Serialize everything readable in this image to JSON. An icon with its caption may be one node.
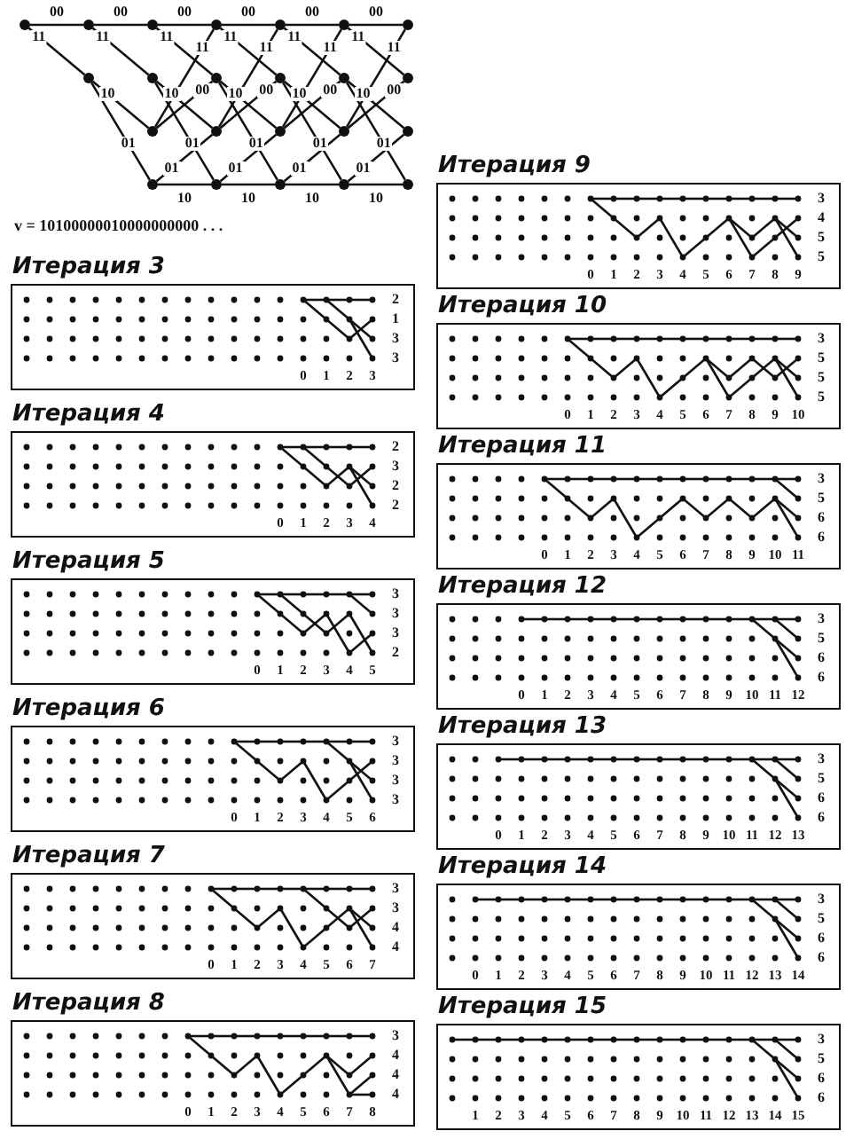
{
  "diagram": {
    "nodes": [
      {
        "text": [],
        "shape": "circle"
      },
      {
        "text": [],
        "shape": "circle"
      },
      {
        "text": [],
        "shape": "circle"
      },
      {
        "text": [],
        "shape": "circle"
      },
      {
        "text": [],
        "shape": "circle"
      },
      {
        "text": [],
        "shape": "circle"
      },
      {
        "text": [],
        "shape": "circle"
      },
      {
        "text": [],
        "shape": "circle"
      },
      {
        "text": [],
        "shape": "circle"
      },
      {
        "text": [],
        "shape": "circle"
      },
      {
        "text": [],
        "shape": "circle"
      },
      {
        "text": [],
        "shape": "circle"
      },
      {
        "text": [],
        "shape": "circle"
      },
      {
        "text": [],
        "shape": "circle"
      },
      {
        "text": [],
        "shape": "circle"
      },
      {
        "text": [],
        "shape": "circle"
      },
      {
        "text": [],
        "shape": "circle"
      },
      {
        "text": [],
        "shape": "circle"
      },
      {
        "text": [],
        "shape": "circle"
      },
      {
        "text": [],
        "shape": "circle"
      },
      {
        "text": [],
        "shape": "circle"
      },
      {
        "text": [],
        "shape": "circle"
      },
      {
        "text": [],
        "shape": "circle"
      },
      {
        "text": [
          "Итерация 3",
          "2",
          "1",
          "3",
          "3",
          "0",
          "1",
          "2",
          "3"
        ]
      },
      {
        "text": [
          "Итерация 4",
          "2",
          "3",
          "2",
          "2",
          "0",
          "1",
          "2",
          "3",
          "4"
        ]
      },
      {
        "text": [
          "Итерация 5",
          "3",
          "3",
          "3",
          "2",
          "0",
          "1",
          "2",
          "3",
          "4",
          "5"
        ]
      },
      {
        "text": [
          "Итерация 6",
          "3",
          "3",
          "3",
          "3",
          "0",
          "1",
          "2",
          "3",
          "4",
          "5",
          "6"
        ]
      },
      {
        "text": [
          "Итерация 7",
          "3",
          "3",
          "4",
          "4",
          "0",
          "1",
          "2",
          "3",
          "4",
          "5",
          "6",
          "7"
        ]
      },
      {
        "text": [
          "Итерация 8",
          "3",
          "4",
          "4",
          "4",
          "0",
          "1",
          "2",
          "3",
          "4",
          "5",
          "6",
          "7",
          "8"
        ]
      },
      {
        "text": [
          "Итерация 9",
          "3",
          "4",
          "5",
          "5",
          "0",
          "1",
          "2",
          "3",
          "4",
          "5",
          "6",
          "7",
          "8",
          "9"
        ]
      },
      {
        "text": [
          "Итерация 10",
          "3",
          "5",
          "5",
          "5",
          "0",
          "1",
          "2",
          "3",
          "4",
          "5",
          "6",
          "7",
          "8",
          "9",
          "10"
        ]
      },
      {
        "text": [
          "Итерация 11",
          "3",
          "5",
          "6",
          "6",
          "0",
          "1",
          "2",
          "3",
          "4",
          "5",
          "6",
          "7",
          "8",
          "9",
          "10",
          "11"
        ]
      },
      {
        "text": [
          "Итерация 12",
          "3",
          "5",
          "6",
          "6",
          "0",
          "1",
          "2",
          "3",
          "4",
          "5",
          "6",
          "7",
          "8",
          "9",
          "10",
          "11",
          "12"
        ]
      },
      {
        "text": [
          "Итерация 13",
          "3",
          "5",
          "6",
          "6",
          "0",
          "1",
          "2",
          "3",
          "4",
          "5",
          "6",
          "7",
          "8",
          "9",
          "10",
          "11",
          "12",
          "13"
        ]
      },
      {
        "text": [
          "Итерация 14",
          "3",
          "5",
          "6",
          "6",
          "0",
          "1",
          "2",
          "3",
          "4",
          "5",
          "6",
          "7",
          "8",
          "9",
          "10",
          "11",
          "12",
          "13",
          "14"
        ]
      },
      {
        "text": [
          "Итерация 15",
          "3",
          "5",
          "6",
          "6",
          "1",
          "2",
          "3",
          "4",
          "5",
          "6",
          "7",
          "8",
          "9",
          "10",
          "11",
          "12",
          "13",
          "14",
          "15"
        ]
      }
    ],
    "edges": [
      {
        "from": 0,
        "to": 1,
        "arrow": "none",
        "label": "00"
      },
      {
        "from": 0,
        "to": 2,
        "arrow": "none",
        "label": "11"
      },
      {
        "from": 1,
        "to": 3,
        "arrow": "none",
        "label": "00"
      },
      {
        "from": 1,
        "to": 4,
        "arrow": "none",
        "label": "11"
      },
      {
        "from": 2,
        "to": 5,
        "arrow": "none",
        "label": "10"
      },
      {
        "from": 2,
        "to": 6,
        "arrow": "none",
        "label": "01"
      },
      {
        "from": 3,
        "to": 7,
        "arrow": "none",
        "label": "00"
      },
      {
        "from": 3,
        "to": 8,
        "arrow": "none",
        "label": "11"
      },
      {
        "from": 4,
        "to": 9,
        "arrow": "none",
        "label": "10"
      },
      {
        "from": 4,
        "to": 10,
        "arrow": "none",
        "label": "01"
      },
      {
        "from": 5,
        "to": 7,
        "arrow": "none",
        "label": "11"
      },
      {
        "from": 5,
        "to": 8,
        "arrow": "none",
        "label": "00"
      },
      {
        "from": 6,
        "to": 9,
        "arrow": "none",
        "label": "01"
      },
      {
        "from": 6,
        "to": 10,
        "arrow": "none",
        "label": "10"
      },
      {
        "from": 7,
        "to": 11,
        "arrow": "none",
        "label": "00"
      },
      {
        "from": 7,
        "to": 12,
        "arrow": "none",
        "label": "11"
      },
      {
        "from": 8,
        "to": 13,
        "arrow": "none",
        "label": "10"
      },
      {
        "from": 8,
        "to": 14,
        "arrow": "none",
        "label": "01"
      },
      {
        "from": 9,
        "to": 11,
        "arrow": "none",
        "label": "11"
      },
      {
        "from": 9,
        "to": 12,
        "arrow": "none",
        "label": "00"
      },
      {
        "from": 10,
        "to": 13,
        "arrow": "none",
        "label": "01"
      },
      {
        "from": 10,
        "to": 14,
        "arrow": "none",
        "label": "10"
      },
      {
        "from": 11,
        "to": 15,
        "arrow": "none",
        "label": "00"
      },
      {
        "from": 11,
        "to": 16,
        "arrow": "none",
        "label": "11"
      },
      {
        "from": 12,
        "to": 17,
        "arrow": "none",
        "label": "10"
      },
      {
        "from": 12,
        "to": 18,
        "arrow": "none",
        "label": "01"
      },
      {
        "from": 13,
        "to": 15,
        "arrow": "none",
        "label": "11"
      },
      {
        "from": 13,
        "to": 16,
        "arrow": "none",
        "label": "00"
      },
      {
        "from": 14,
        "to": 17,
        "arrow": "none",
        "label": "01"
      },
      {
        "from": 14,
        "to": 18,
        "arrow": "none",
        "label": "10"
      },
      {
        "from": 15,
        "to": 19,
        "arrow": "none",
        "label": "00"
      },
      {
        "from": 15,
        "to": 20,
        "arrow": "none",
        "label": "11"
      },
      {
        "from": 16,
        "to": 21,
        "arrow": "none",
        "label": "10"
      },
      {
        "from": 16,
        "to": 22,
        "arrow": "none",
        "label": "01"
      },
      {
        "from": 17,
        "to": 19,
        "arrow": "none",
        "label": "11"
      },
      {
        "from": 17,
        "to": 20,
        "arrow": "none",
        "label": "00"
      },
      {
        "from": 18,
        "to": 21,
        "arrow": "none",
        "label": "01"
      },
      {
        "from": 18,
        "to": 22,
        "arrow": "none",
        "label": "10"
      }
    ],
    "labels": [
      "v = 10100000010000000000 . . ."
    ]
  }
}
